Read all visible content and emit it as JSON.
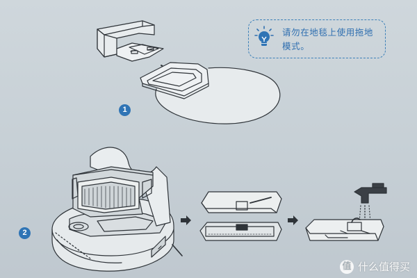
{
  "tip": {
    "text": "请勿在地毯上使用拖地模式。",
    "icon": "lightbulb-icon"
  },
  "steps": [
    {
      "number": "1"
    },
    {
      "number": "2"
    }
  ],
  "watermark": {
    "logo_char": "值",
    "text": "什么值得买"
  },
  "colors": {
    "background": "#cbd3d8",
    "line": "#2e3338",
    "accent": "#2f74b5"
  }
}
